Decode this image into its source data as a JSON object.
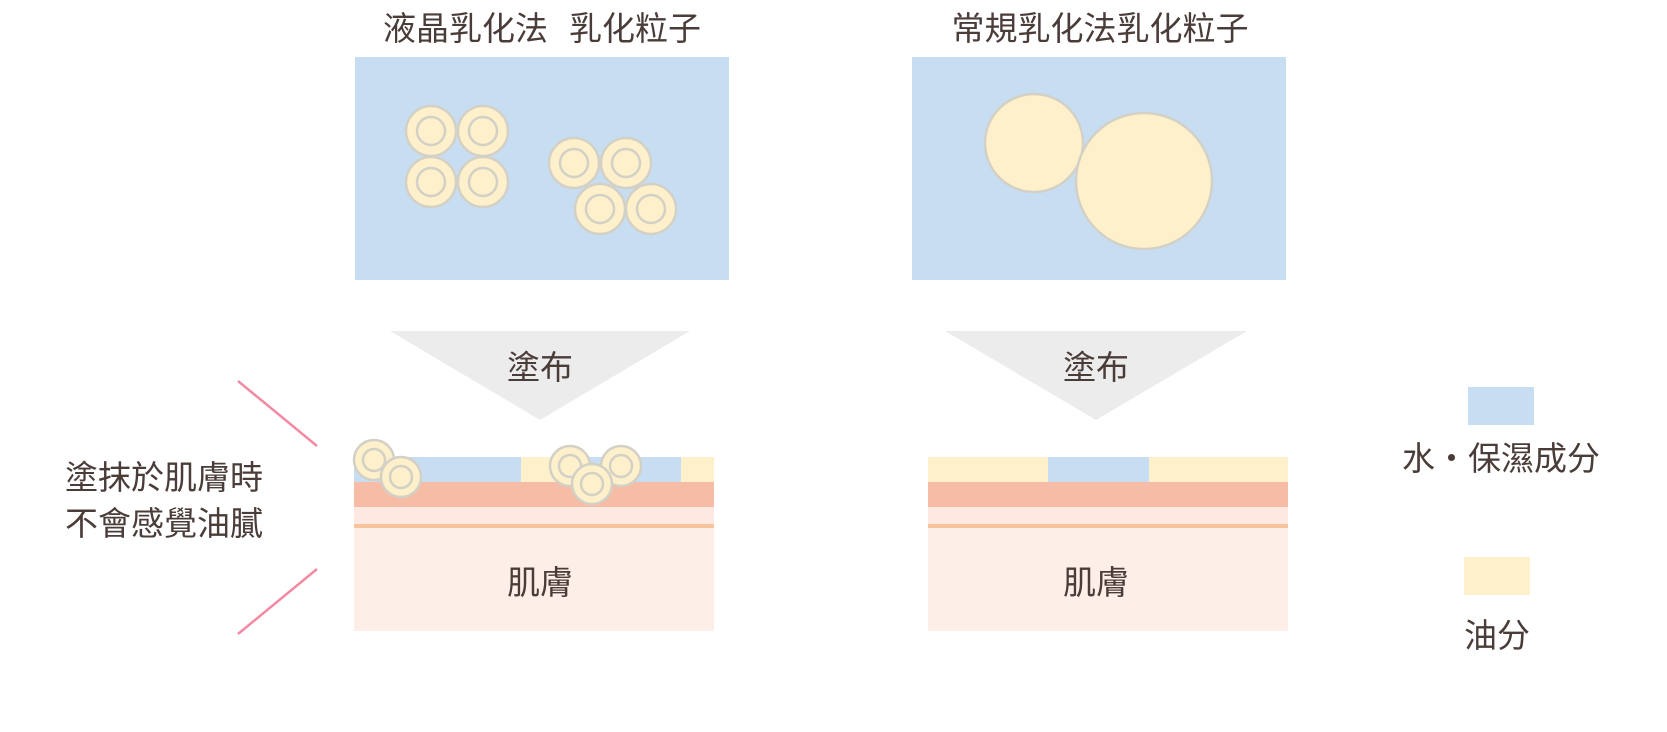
{
  "left_panel": {
    "title": "液晶乳化法  乳化粒子",
    "arrow_label": "塗布",
    "skin_label": "肌膚"
  },
  "right_panel": {
    "title": "常規乳化法乳化粒子",
    "arrow_label": "塗布",
    "skin_label": "肌膚"
  },
  "callout": {
    "line1": "塗抹於肌膚時",
    "line2": "不會感覺油膩"
  },
  "legend": {
    "water_label": "水・保濕成分",
    "oil_label": "油分"
  },
  "colors": {
    "water": "#c7ddf2",
    "oil": "#fdf0ca",
    "skin_top": "#f7bca6",
    "skin_mid": "#fde9e2",
    "skin_line": "#f6c49c",
    "skin_base": "#fdefe8",
    "arrow": "#ececec",
    "particle_ring": "#d3d0c6",
    "callout_line": "#f28aa4"
  }
}
